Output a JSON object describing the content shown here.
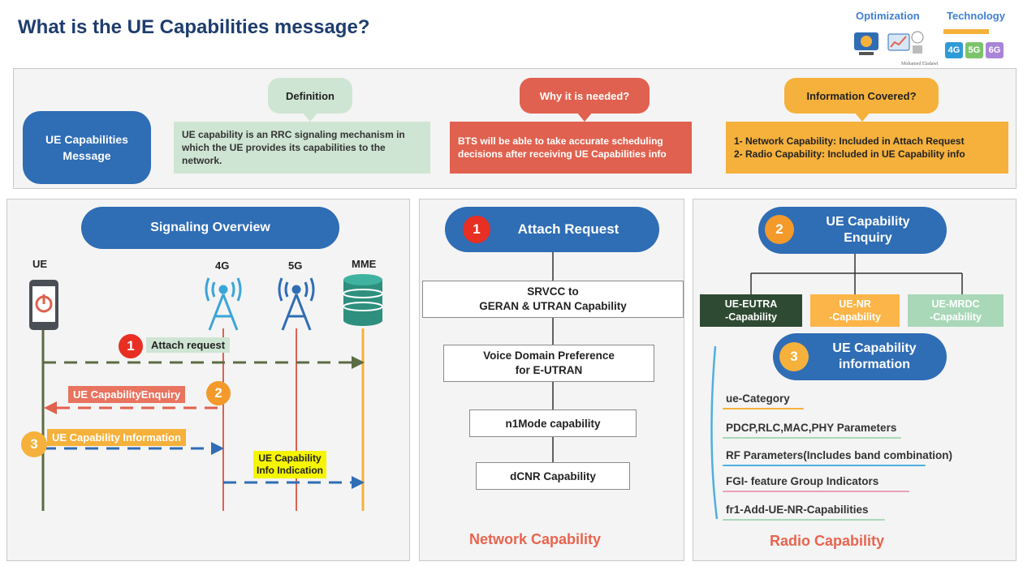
{
  "title": "What is the UE Capabilities message?",
  "logo": {
    "left_label": "Optimization",
    "right_label": "Technology",
    "signature": "Mohamed Eladawi",
    "badges": [
      "4G",
      "5G",
      "6G"
    ]
  },
  "top": {
    "main_pill": "UE Capabilities Message",
    "definition": {
      "bubble": "Definition",
      "text": "UE capability is an RRC signaling mechanism in which the UE provides its capabilities to the network."
    },
    "why": {
      "bubble": "Why it is needed?",
      "text": "BTS will be able to take accurate scheduling decisions after receiving UE Capabilities info"
    },
    "info": {
      "bubble": "Information Covered?",
      "lines": [
        "1- Network Capability: Included in Attach Request",
        "2- Radio Capability:  Included in UE Capability info"
      ]
    }
  },
  "signaling": {
    "header": "Signaling Overview",
    "nodes": {
      "ue": "UE",
      "g4": "4G",
      "g5": "5G",
      "mme": "MME"
    },
    "messages": {
      "m1": {
        "num": "1",
        "label": "Attach request"
      },
      "m2": {
        "num": "2",
        "label": "UE CapabilityEnquiry"
      },
      "m3": {
        "num": "3",
        "label": "UE Capability Information"
      },
      "m4": {
        "label_line1": "UE Capability",
        "label_line2": "Info Indication"
      }
    }
  },
  "network": {
    "header_num": "1",
    "header": "Attach Request",
    "items": [
      {
        "line1": "SRVCC to",
        "line2": "GERAN & UTRAN Capability"
      },
      {
        "line1": "Voice Domain Preference",
        "line2": "for E-UTRAN"
      },
      {
        "line1": "n1Mode capability",
        "line2": ""
      },
      {
        "line1": "dCNR Capability",
        "line2": ""
      }
    ],
    "footer": "Network Capability"
  },
  "radio": {
    "enquiry_num": "2",
    "enquiry_line1": "UE Capability",
    "enquiry_line2": "Enquiry",
    "rats": [
      {
        "line1": "UE-EUTRA",
        "line2": "-Capability",
        "color": "#2f4a33"
      },
      {
        "line1": "UE-NR",
        "line2": "-Capability",
        "color": "#fbb548"
      },
      {
        "line1": "UE-MRDC",
        "line2": "-Capability",
        "color": "#a9d8b8"
      }
    ],
    "info_num": "3",
    "info_line1": "UE Capability",
    "info_line2": "information",
    "items": [
      "ue-Category",
      "PDCP,RLC,MAC,PHY Parameters",
      "RF Parameters(Includes band combination)",
      "FGI- feature Group Indicators",
      "fr1-Add-UE-NR-Capabilities"
    ],
    "footer": "Radio Capability"
  },
  "colors": {
    "blue": "#2f6db5",
    "red": "#e0614f",
    "orange": "#f5b13b",
    "green": "#cfe5d3",
    "dark_green": "#5b6b44",
    "title": "#1f3d6e",
    "footer_red": "#e8644f"
  }
}
